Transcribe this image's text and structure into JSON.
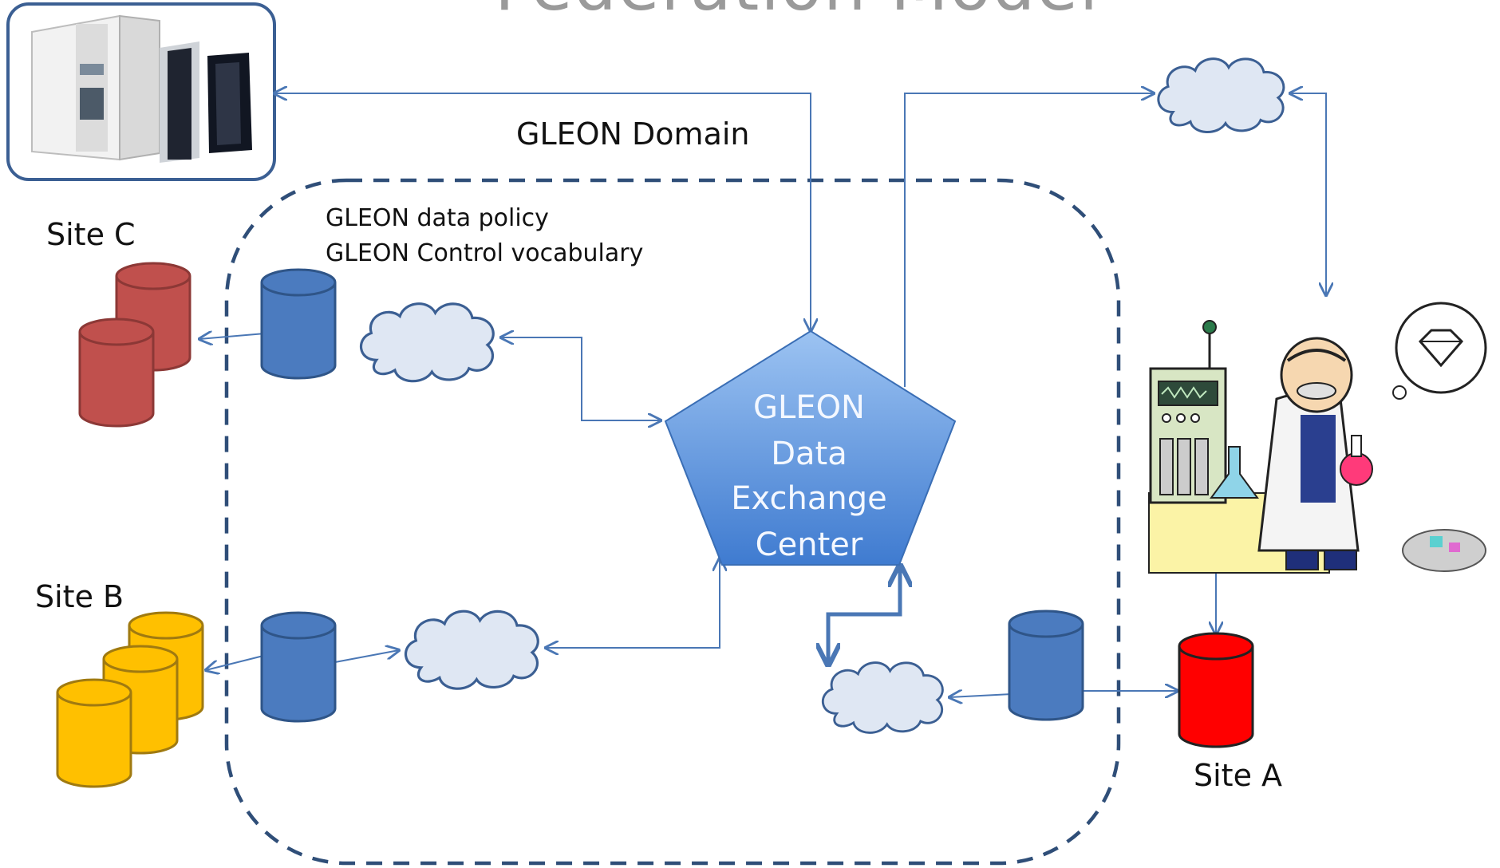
{
  "title_partial": "Federation Model",
  "domain_label": "GLEON Domain",
  "policy_lines": [
    "GLEON data policy",
    "GLEON Control vocabulary"
  ],
  "center_lines": [
    "GLEON",
    "Data",
    "Exchange",
    "Center"
  ],
  "sites": {
    "c": "Site C",
    "b": "Site B",
    "a": "Site A"
  },
  "colors": {
    "arrow": "#4a77b5",
    "db_blue": "#4b7bbf",
    "db_red_c": "#c0504d",
    "db_yellow": "#ffc000",
    "db_red_a": "#ff0000",
    "cloud_fill": "#dfe7f3",
    "cloud_stroke": "#3b5f93",
    "domain_border": "#2f4e78"
  }
}
